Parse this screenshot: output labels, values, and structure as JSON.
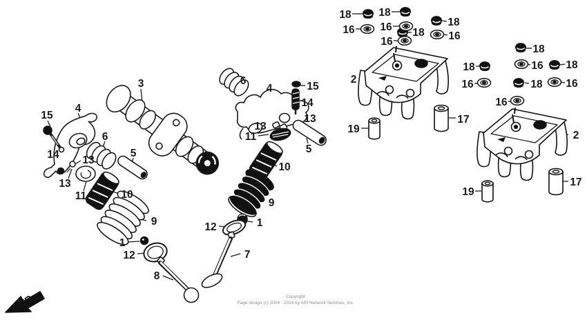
{
  "page": {
    "background": "#ffffff",
    "ink": "#1a1a1a",
    "muted_text_color": "#8e8e8e"
  },
  "direction": {
    "label": "FR."
  },
  "footer": {
    "line1": "Copyright",
    "line2": "Page design (c) 2004 - 2014 by ARI Network Services, Inc."
  },
  "parts_shown": [
    "1",
    "2",
    "3",
    "4",
    "5",
    "6",
    "7",
    "8",
    "9",
    "10",
    "11",
    "12",
    "13",
    "14",
    "15",
    "16",
    "17",
    "18",
    "19"
  ],
  "callouts": [
    {
      "id": "15-left",
      "label": "15"
    },
    {
      "id": "4-left",
      "label": "4"
    },
    {
      "id": "14-left",
      "label": "14"
    },
    {
      "id": "6-left",
      "label": "6"
    },
    {
      "id": "13-left-a",
      "label": "13"
    },
    {
      "id": "13-left-b",
      "label": "13"
    },
    {
      "id": "11-left",
      "label": "11"
    },
    {
      "id": "5-left",
      "label": "5"
    },
    {
      "id": "10-left",
      "label": "10"
    },
    {
      "id": "9-left",
      "label": "9"
    },
    {
      "id": "1-left",
      "label": "1"
    },
    {
      "id": "12-left",
      "label": "12"
    },
    {
      "id": "8",
      "label": "8"
    },
    {
      "id": "6-center",
      "label": "6"
    },
    {
      "id": "4-center",
      "label": "4"
    },
    {
      "id": "15-center",
      "label": "15"
    },
    {
      "id": "14-center",
      "label": "14"
    },
    {
      "id": "13-center-a",
      "label": "13"
    },
    {
      "id": "13-center-b",
      "label": "13"
    },
    {
      "id": "11-center",
      "label": "11"
    },
    {
      "id": "5-center",
      "label": "5"
    },
    {
      "id": "10-center",
      "label": "10"
    },
    {
      "id": "9-center",
      "label": "9"
    },
    {
      "id": "1-center",
      "label": "1"
    },
    {
      "id": "12-center",
      "label": "12"
    },
    {
      "id": "7",
      "label": "7"
    },
    {
      "id": "3",
      "label": "3"
    },
    {
      "id": "2-box1",
      "label": "2"
    },
    {
      "id": "19-box1",
      "label": "19"
    },
    {
      "id": "17-box1",
      "label": "17"
    },
    {
      "id": "2-box2",
      "label": "2"
    },
    {
      "id": "17-box2",
      "label": "17"
    },
    {
      "id": "19-box2",
      "label": "19"
    },
    {
      "id": "18-a",
      "label": "18"
    },
    {
      "id": "16-a",
      "label": "16"
    },
    {
      "id": "18-b",
      "label": "18"
    },
    {
      "id": "16-b",
      "label": "16"
    },
    {
      "id": "18-c",
      "label": "18"
    },
    {
      "id": "16-c",
      "label": "16"
    },
    {
      "id": "18-d",
      "label": "18"
    },
    {
      "id": "16-d",
      "label": "16"
    },
    {
      "id": "18-e",
      "label": "18"
    },
    {
      "id": "18-f",
      "label": "18"
    },
    {
      "id": "16-e",
      "label": "16"
    },
    {
      "id": "18-g",
      "label": "18"
    },
    {
      "id": "16-f",
      "label": "16"
    },
    {
      "id": "18-h",
      "label": "18"
    },
    {
      "id": "16-g",
      "label": "16"
    },
    {
      "id": "16-h",
      "label": "16"
    }
  ]
}
